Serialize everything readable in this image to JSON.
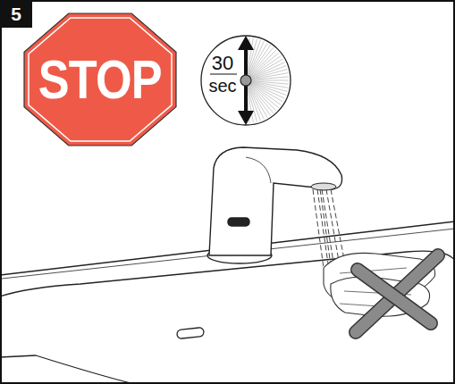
{
  "diagram": {
    "nodes": [
      {
        "text": [
          "5"
        ]
      },
      {
        "text": [
          "STOP"
        ]
      },
      {
        "text": [
          "30",
          "sec"
        ]
      }
    ]
  }
}
